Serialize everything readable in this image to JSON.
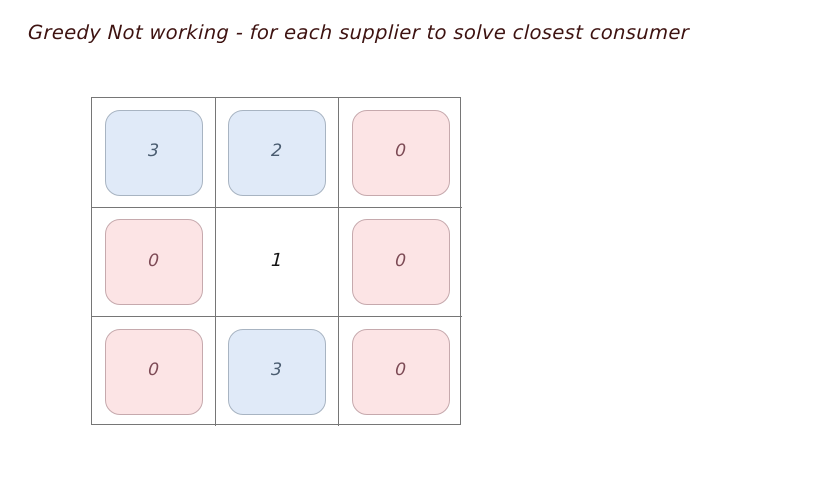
{
  "page": {
    "title": "Greedy Not working - for each supplier to solve closest consumer",
    "background_color": "#ffffff",
    "title_color": "#3d1210"
  },
  "palette": {
    "supplier_fill": "#e0eaf8",
    "supplier_text": "#4a5c70",
    "consumer_fill": "#fce4e5",
    "consumer_text": "#7c4a55",
    "plain_text": "#141414",
    "grid_line": "#767676"
  },
  "grid": {
    "rows": 3,
    "cols": 3,
    "cells": [
      {
        "id": "r0c0",
        "value": "3",
        "kind": "supplier"
      },
      {
        "id": "r0c1",
        "value": "2",
        "kind": "supplier"
      },
      {
        "id": "r0c2",
        "value": "0",
        "kind": "consumer"
      },
      {
        "id": "r1c0",
        "value": "0",
        "kind": "consumer"
      },
      {
        "id": "r1c1",
        "value": "1",
        "kind": "plain"
      },
      {
        "id": "r1c2",
        "value": "0",
        "kind": "consumer"
      },
      {
        "id": "r2c0",
        "value": "0",
        "kind": "consumer"
      },
      {
        "id": "r2c1",
        "value": "3",
        "kind": "supplier"
      },
      {
        "id": "r2c2",
        "value": "0",
        "kind": "consumer"
      }
    ]
  }
}
